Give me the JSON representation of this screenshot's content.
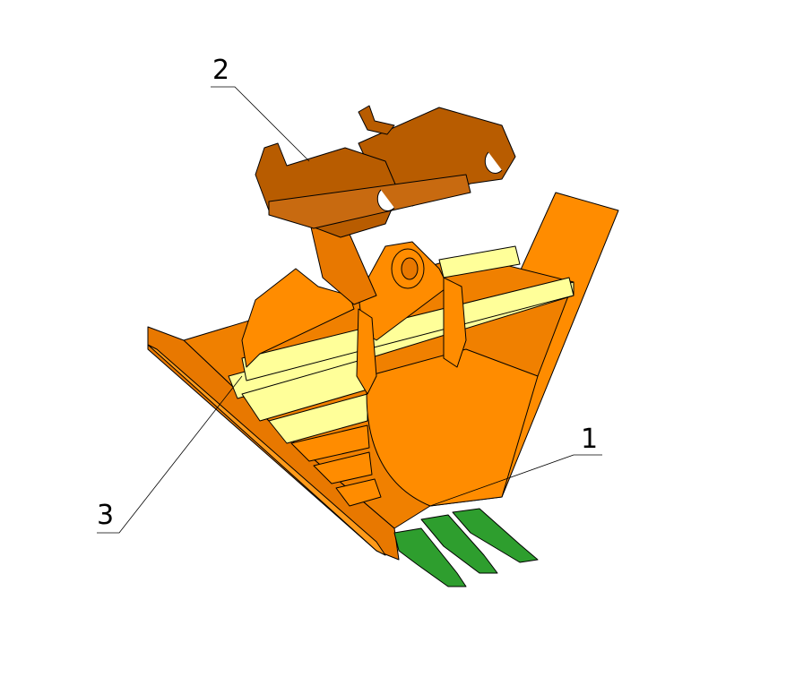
{
  "labels": {
    "part1": "1",
    "part2": "2",
    "part3": "3"
  },
  "colors": {
    "body": "#FF8C00",
    "body_dark": "#E87800",
    "coupler": "#B85C00",
    "wear_strips": "#FFFF99",
    "teeth": "#2E9E2E"
  }
}
